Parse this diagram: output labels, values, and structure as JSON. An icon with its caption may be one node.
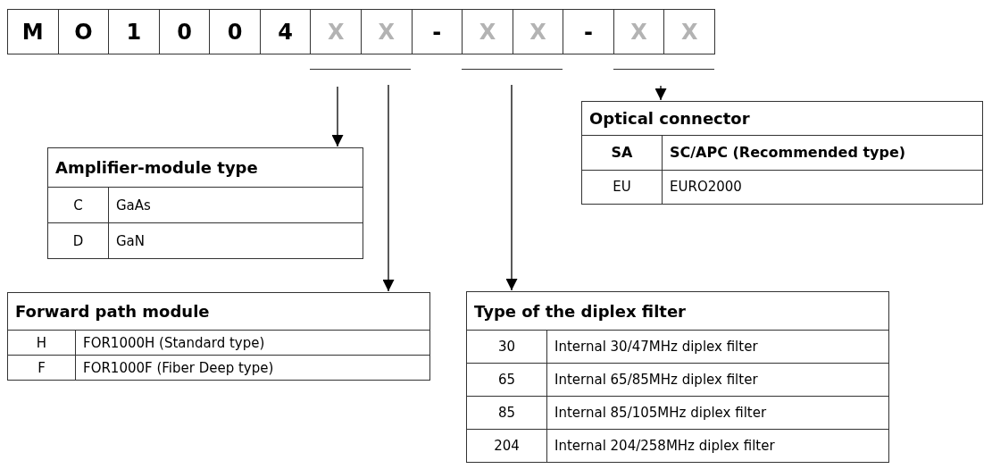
{
  "diagram": {
    "nodes": [
      {
        "text": [
          "Optical connector",
          "SA",
          "SC/APC (Recommended type)",
          "EU",
          "EURO2000"
        ]
      },
      {
        "text": [
          "Amplifier-module type",
          "C",
          "GaAs",
          "D",
          "GaN"
        ]
      },
      {
        "text": [
          "Forward path module",
          "H",
          "FOR1000H (Standard type)",
          "F",
          "FOR1000F (Fiber Deep type)"
        ]
      },
      {
        "text": [
          "Type of the diplex filter",
          "30",
          "Internal 30/47MHz diplex filter",
          "65",
          "Internal 65/85MHz diplex filter",
          "85",
          "Internal 85/105MHz diplex filter",
          "204",
          "Internal 204/258MHz diplex filter"
        ]
      }
    ],
    "edges": [
      {
        "from": null,
        "to": 1,
        "arrow": "to"
      },
      {
        "from": null,
        "to": 2,
        "arrow": "to"
      },
      {
        "from": null,
        "to": 3,
        "arrow": "to"
      },
      {
        "from": null,
        "to": 0,
        "arrow": "to"
      }
    ],
    "labels": [
      "M",
      "O",
      "1",
      "0",
      "0",
      "4",
      "X",
      "X",
      "-",
      "X",
      "X",
      "-",
      "X",
      "X"
    ]
  }
}
